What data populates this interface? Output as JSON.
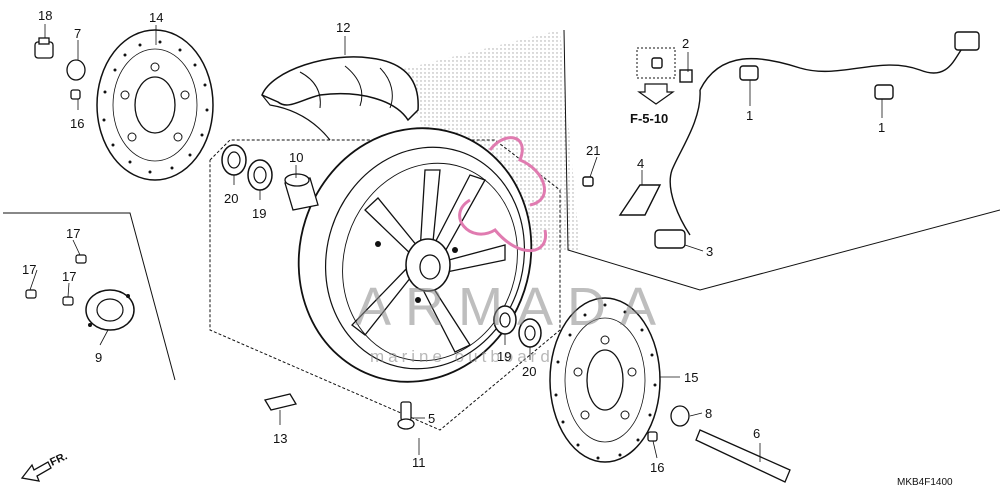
{
  "diagram": {
    "part_numbers": [
      "1",
      "2",
      "3",
      "4",
      "5",
      "6",
      "7",
      "8",
      "9",
      "10",
      "11",
      "12",
      "13",
      "14",
      "15",
      "16",
      "17",
      "18",
      "19",
      "20",
      "21"
    ],
    "reference_label": "F-5-10",
    "drawing_code": "MKB4F1400",
    "direction_label": "FR.",
    "watermark": {
      "brand": "ARMADA",
      "tagline": "marine outboard",
      "logo_colors": {
        "rings": "#e07bb0",
        "text": "#8a8a8a"
      }
    }
  }
}
